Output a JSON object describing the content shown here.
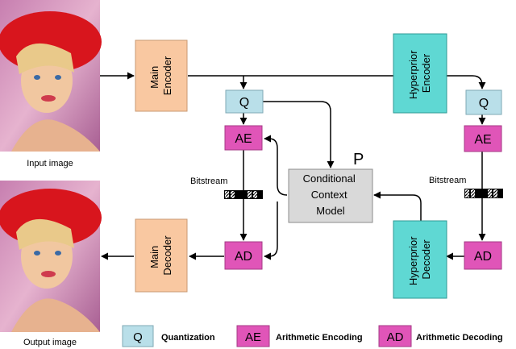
{
  "images": {
    "input_caption": "Input image",
    "output_caption": "Output image"
  },
  "blocks": {
    "main_encoder": [
      "Main",
      "Encoder"
    ],
    "main_decoder": [
      "Main",
      "Decoder"
    ],
    "hyperprior_encoder": [
      "Hyperprior",
      "Encoder"
    ],
    "hyperprior_decoder": [
      "Hyperprior",
      "Decoder"
    ],
    "context_model": [
      "Conditional",
      "Context",
      "Model"
    ],
    "q_left": "Q",
    "ae_left": "AE",
    "ad_left": "AD",
    "q_right": "Q",
    "ae_right": "AE",
    "ad_right": "AD"
  },
  "labels": {
    "bitstream_left": "Bitstream",
    "bitstream_right": "Bitstream",
    "p": "P"
  },
  "legend": {
    "q_box": "Q",
    "q_text": "Quantization",
    "ae_box": "AE",
    "ae_text": "Arithmetic Encoding",
    "ad_box": "AD",
    "ad_text": "Arithmetic Decoding"
  },
  "colors": {
    "main_block": "#f9c8a1",
    "hyper_block": "#5fd8d3",
    "q_block": "#b9dfe9",
    "coder_block": "#e055b8",
    "context_block": "#d9d9d9",
    "line": "#000000"
  }
}
